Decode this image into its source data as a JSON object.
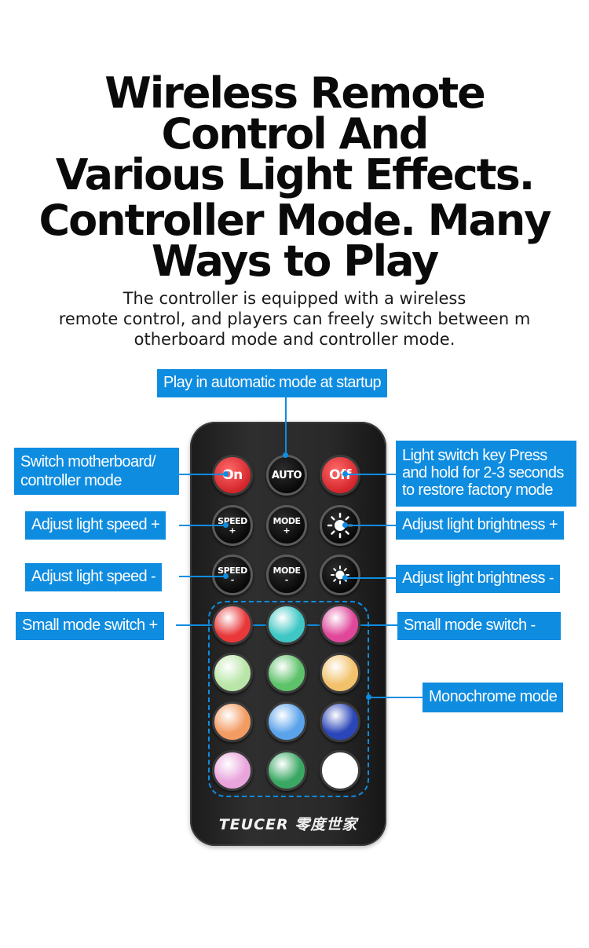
{
  "headline": {
    "line1": "Wireless Remote",
    "line2": "Control And",
    "line3": "Various Light Effects.",
    "line4": "Controller Mode. Many",
    "line5": "Ways to Play"
  },
  "subtitle": {
    "line1": "The controller is equipped with a wireless",
    "line2": "remote control, and players can freely switch between m",
    "line3": "otherboard mode and controller mode."
  },
  "callouts": {
    "top": "Play in automatic mode at startup",
    "switch_mode": "Switch motherboard/ controller mode",
    "speed_up": "Adjust light speed +",
    "speed_down": "Adjust light speed -",
    "small_up": "Small mode switch +",
    "light_switch": "Light switch key Press and hold for 2-3 seconds to restore factory mode",
    "bright_up": "Adjust light brightness +",
    "bright_down": "Adjust light brightness -",
    "small_down": "Small mode switch -",
    "monochrome": "Monochrome mode"
  },
  "remote": {
    "brand": "TEUCER 零度世家",
    "on": "On",
    "auto": "AUTO",
    "off": "Off",
    "speed": "SPEED",
    "mode": "MODE",
    "plus": "+",
    "minus": "-",
    "color_buttons": [
      "#e8383a",
      "#3ec7c4",
      "#e0479a",
      "#b9e6a8",
      "#5ec26a",
      "#f2c16b",
      "#f29b62",
      "#5aa2ea",
      "#2a46b8",
      "#e9a4dc",
      "#3aa863",
      "#ffffff"
    ]
  }
}
